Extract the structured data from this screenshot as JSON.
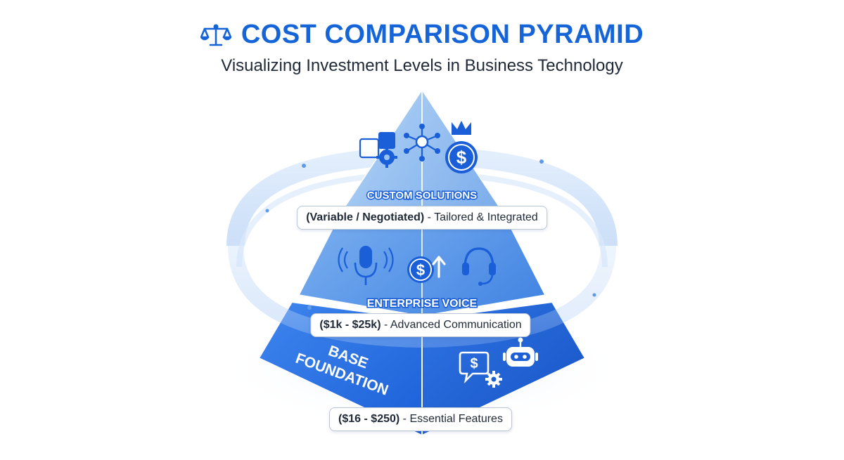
{
  "header": {
    "title": "COST COMPARISON PYRAMID",
    "subtitle": "Visualizing Investment Levels in Business Technology",
    "title_icon": "balance-scale-icon"
  },
  "colors": {
    "accent": "#1565d8",
    "base_dark": "#1f5fd6",
    "base_mid": "#3b7ee8",
    "middle_fill": "#5d9bea",
    "top_fill": "#9cc4f2",
    "ring": "#bcd6f6"
  },
  "tiers": [
    {
      "id": "top",
      "name": "CUSTOM SOLUTIONS",
      "price": "(Variable / Negotiated)",
      "desc": " - Tailored & Integrated",
      "icons": [
        "puzzle-gear-icon",
        "network-hub-icon",
        "crown-dollar-icon"
      ]
    },
    {
      "id": "middle",
      "name": "ENTERPRISE VOICE",
      "price": "($1k - $25k)",
      "desc": " - Advanced Communication",
      "icons": [
        "microphone-icon",
        "dollar-growth-icon",
        "headset-icon"
      ]
    },
    {
      "id": "base",
      "name_line1": "BASE",
      "name_line2": "FOUNDATION",
      "price": "($16 - $250)",
      "desc": " - Essential Features",
      "icons": [
        "chat-dollar-gear-icon",
        "robot-icon"
      ]
    }
  ]
}
